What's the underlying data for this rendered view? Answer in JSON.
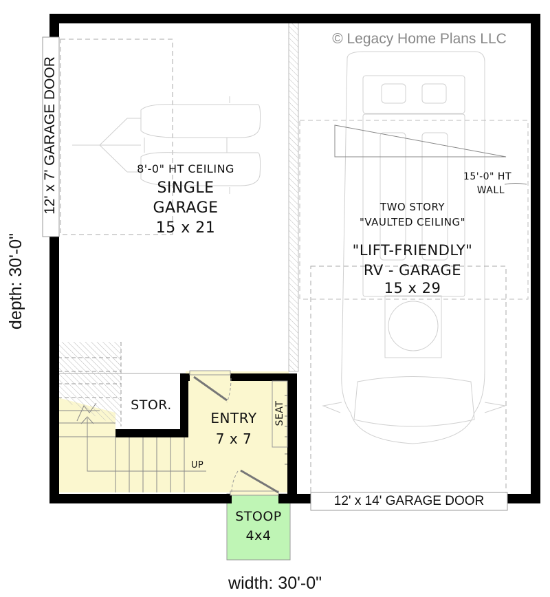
{
  "copyright": "© Legacy Home Plans LLC",
  "dimensions": {
    "width": "width: 30'-0\"",
    "depth": "depth: 30'-0\""
  },
  "doors": {
    "side_garage_door": "12' x 7' GARAGE DOOR",
    "rv_garage_door": "12' x 14' GARAGE DOOR"
  },
  "rooms": {
    "single_garage": {
      "note": "8'-0\" HT CEILING",
      "name_line1": "SINGLE",
      "name_line2": "GARAGE",
      "size": "15 x 21"
    },
    "rv_garage": {
      "wall_note_line1": "15'-0\" HT",
      "wall_note_line2": "WALL",
      "ceiling_line1": "TWO STORY",
      "ceiling_line2": "\"VAULTED CEILING\"",
      "name_line1": "\"LIFT-FRIENDLY\"",
      "name_line2": "RV - GARAGE",
      "size": "15 x 29"
    },
    "storage": {
      "name": "STOR."
    },
    "entry": {
      "name": "ENTRY",
      "size": "7 x 7",
      "seat": "SEAT",
      "stairs": "UP"
    },
    "stoop": {
      "name": "STOOP",
      "size": "4x4"
    }
  },
  "colors": {
    "wall": "#000000",
    "entry_fill": "#fbf7cf",
    "stoop_fill": "#bff5b5",
    "furniture_line": "#bdbdbd",
    "dashed_line": "#999999"
  }
}
